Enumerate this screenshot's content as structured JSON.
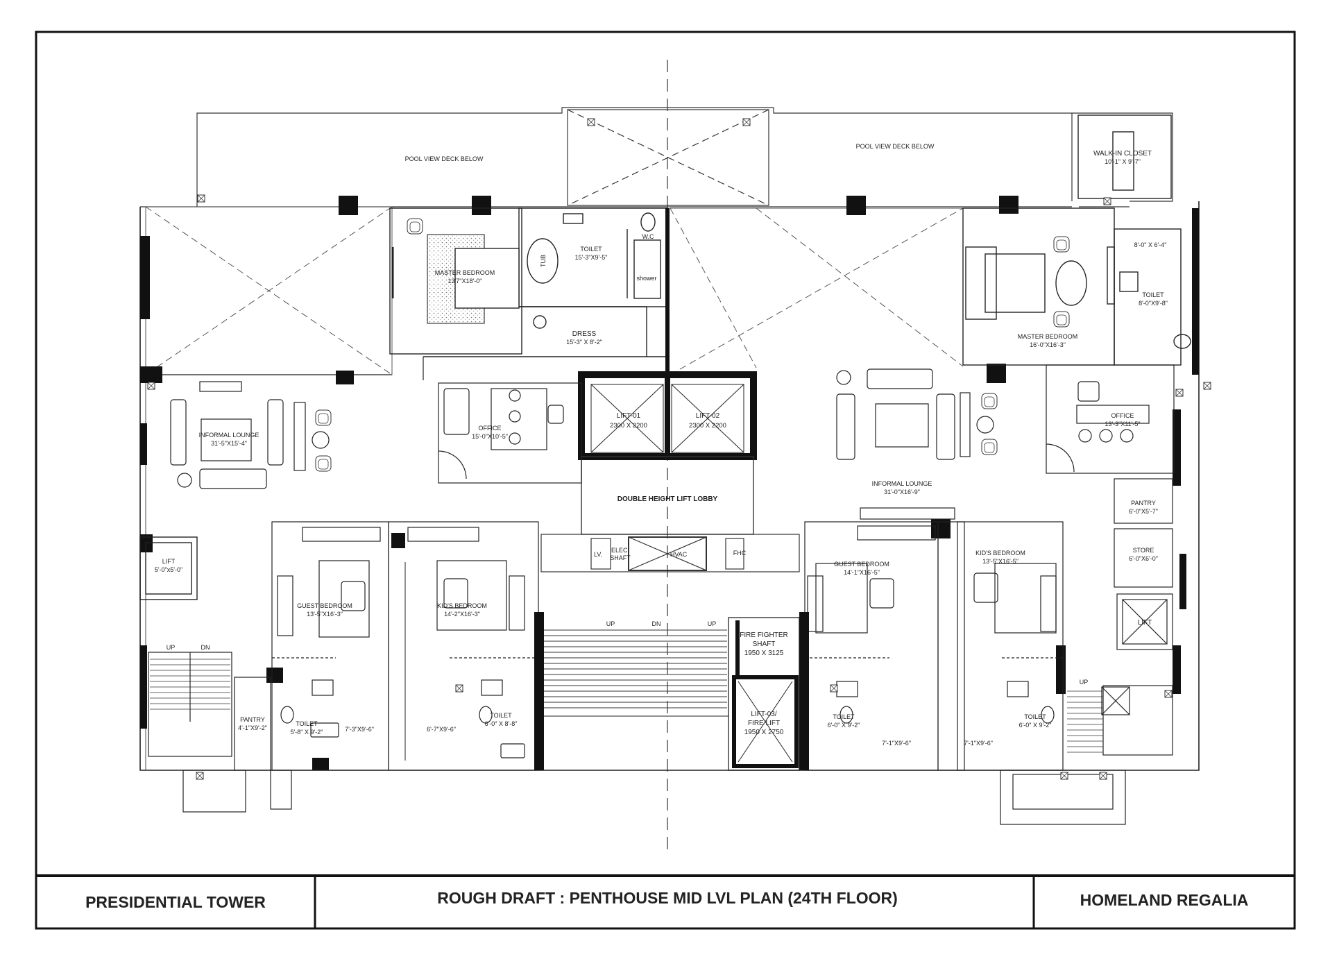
{
  "title_block": {
    "left": "PRESIDENTIAL TOWER",
    "center": "ROUGH DRAFT : PENTHOUSE MID LVL PLAN (24TH FLOOR)",
    "right": "HOMELAND REGALIA"
  },
  "decks": {
    "left": "POOL VIEW DECK BELOW",
    "right": "POOL VIEW DECK BELOW"
  },
  "rooms": {
    "master_bed_left": {
      "name": "MASTER BEDROOM",
      "dim": "13'7\"X18'-0\""
    },
    "toilet_top": {
      "name": "TOILET",
      "dim": "15'-3\"X9'-5\""
    },
    "tub": "TUB",
    "wc": "W.C",
    "shower": "shower",
    "dress": {
      "name": "DRESS",
      "dim": "15'-3\" X 8'-2\""
    },
    "office_left": {
      "name": "OFFICE",
      "dim": "15'-0\"X10'-5\""
    },
    "lounge_left": {
      "name": "INFORMAL LOUNGE",
      "dim": "31'-5\"X15'-4\""
    },
    "lift_01": {
      "name": "LIFT-01",
      "dim": "2300 X 2200"
    },
    "lift_02": {
      "name": "LIFT-02",
      "dim": "2300 X 2200"
    },
    "lift_lobby": "DOUBLE HEIGHT LIFT LOBBY",
    "lv": "LV.",
    "elec_shaft": {
      "line1": "ELEC.",
      "line2": "SHAFT"
    },
    "hvac": "HVAC",
    "fhc": "FHC",
    "fire_shaft": {
      "line1": "FIRE FIGHTER",
      "line2": "SHAFT",
      "dim": "1950 X 3125"
    },
    "lift_03": {
      "line1": "LIFT-03/",
      "line2": "FIRE LIFT",
      "dim": "1950 X 2750"
    },
    "walk_in": {
      "name": "WALK-IN CLOSET",
      "dim": "10'-1\" X 9'-7\""
    },
    "closet_small": "8'-0\" X 6'-4\"",
    "toilet_right_top": {
      "name": "TOILET",
      "dim": "8'-0\"X9'-8\""
    },
    "master_bed_right": {
      "name": "MASTER BEDROOM",
      "dim": "16'-0\"X16'-3\""
    },
    "office_right": {
      "name": "OFFICE",
      "dim": "13'-3\"X11'-5\""
    },
    "lounge_right": {
      "name": "INFORMAL LOUNGE",
      "dim": "31'-0\"X16'-9\""
    },
    "pantry_right": {
      "name": "PANTRY",
      "dim": "6'-0\"X5'-7\""
    },
    "store": {
      "name": "STORE",
      "dim": "6'-0\"X6'-0\""
    },
    "lift_right": "LIFT",
    "lift_left": {
      "name": "LIFT",
      "dim": "5'-0\"x5'-0\""
    },
    "guest_bed_left": {
      "name": "GUEST BEDROOM",
      "dim": "13'-5\"X16'-3\""
    },
    "kids_bed_left": {
      "name": "KID'S BEDROOM",
      "dim": "14'-2\"X16'-3\""
    },
    "guest_bed_right": {
      "name": "GUEST BEDROOM",
      "dim": "14'-1\"X16'-5\""
    },
    "kids_bed_right": {
      "name": "KID'S BEDROOM",
      "dim": "13'-5\"X16'-5\""
    },
    "pantry_left": {
      "name": "PANTRY",
      "dim": "4'-1\"X9'-2\""
    },
    "toilet_gl": {
      "name": "TOILET",
      "dim": "5'-8\" X 9'-2\""
    },
    "dim_gl": "7'-3\"X9'-6\"",
    "toilet_kl": {
      "name": "TOILET",
      "dim": "6'-0\" X 8'-8\""
    },
    "dim_kl": "6'-7\"X9'-6\"",
    "toilet_gr": {
      "name": "TOILET",
      "dim": "6'-0\" X 9'-2\""
    },
    "dim_gr": "7'-1\"X9'-6\"",
    "toilet_kr": {
      "name": "TOILET",
      "dim": "6'-0\" X 9'-2\""
    },
    "dim_kr": "7'-1\"X9'-6\"",
    "stair_up": "UP",
    "stair_dn": "DN"
  }
}
